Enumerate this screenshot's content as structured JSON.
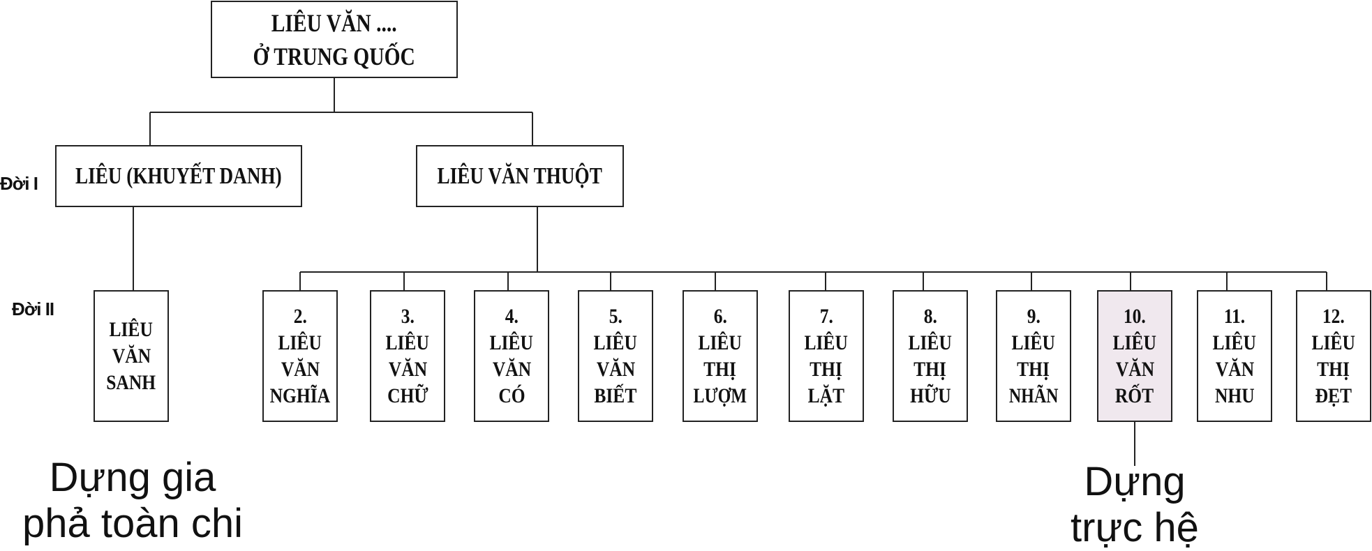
{
  "root": {
    "lines": [
      "LIÊU VĂN ....",
      "Ở TRUNG QUỐC"
    ]
  },
  "generation_labels": {
    "gen1": "Đời I",
    "gen2": "Đời II"
  },
  "gen1": [
    {
      "label": "LIÊU (KHUYẾT DANH)"
    },
    {
      "label": "LIÊU VĂN THUỘT"
    }
  ],
  "gen2_left": {
    "lines": [
      "LIÊU",
      "VĂN",
      "SANH"
    ]
  },
  "gen2_children": [
    {
      "lines": [
        "2.",
        "LIÊU",
        "VĂN",
        "NGHĨA"
      ]
    },
    {
      "lines": [
        "3.",
        "LIÊU",
        "VĂN",
        "CHỮ"
      ]
    },
    {
      "lines": [
        "4.",
        "LIÊU",
        "VĂN",
        "CÓ"
      ]
    },
    {
      "lines": [
        "5.",
        "LIÊU",
        "VĂN",
        "BIẾT"
      ]
    },
    {
      "lines": [
        "6.",
        "LIÊU",
        "THỊ",
        "LƯỢM"
      ]
    },
    {
      "lines": [
        "7.",
        "LIÊU",
        "THỊ",
        "LẶT"
      ]
    },
    {
      "lines": [
        "8.",
        "LIÊU",
        "THỊ",
        "HỮU"
      ]
    },
    {
      "lines": [
        "9.",
        "LIÊU",
        "THỊ",
        "NHÃN"
      ]
    },
    {
      "lines": [
        "10.",
        "LIÊU",
        "VĂN",
        "RỐT"
      ],
      "highlighted": true
    },
    {
      "lines": [
        "11.",
        "LIÊU",
        "VĂN",
        "NHU"
      ]
    },
    {
      "lines": [
        "12.",
        "LIÊU",
        "THỊ",
        "ĐẸT"
      ]
    }
  ],
  "notes": {
    "left": [
      "Dựng gia",
      "phả toàn chi"
    ],
    "right": [
      "Dựng",
      "trực hệ"
    ]
  },
  "colors": {
    "line": "#222222",
    "box_border": "#222222",
    "highlight_fill": "#f0e8ee",
    "text": "#111111"
  }
}
